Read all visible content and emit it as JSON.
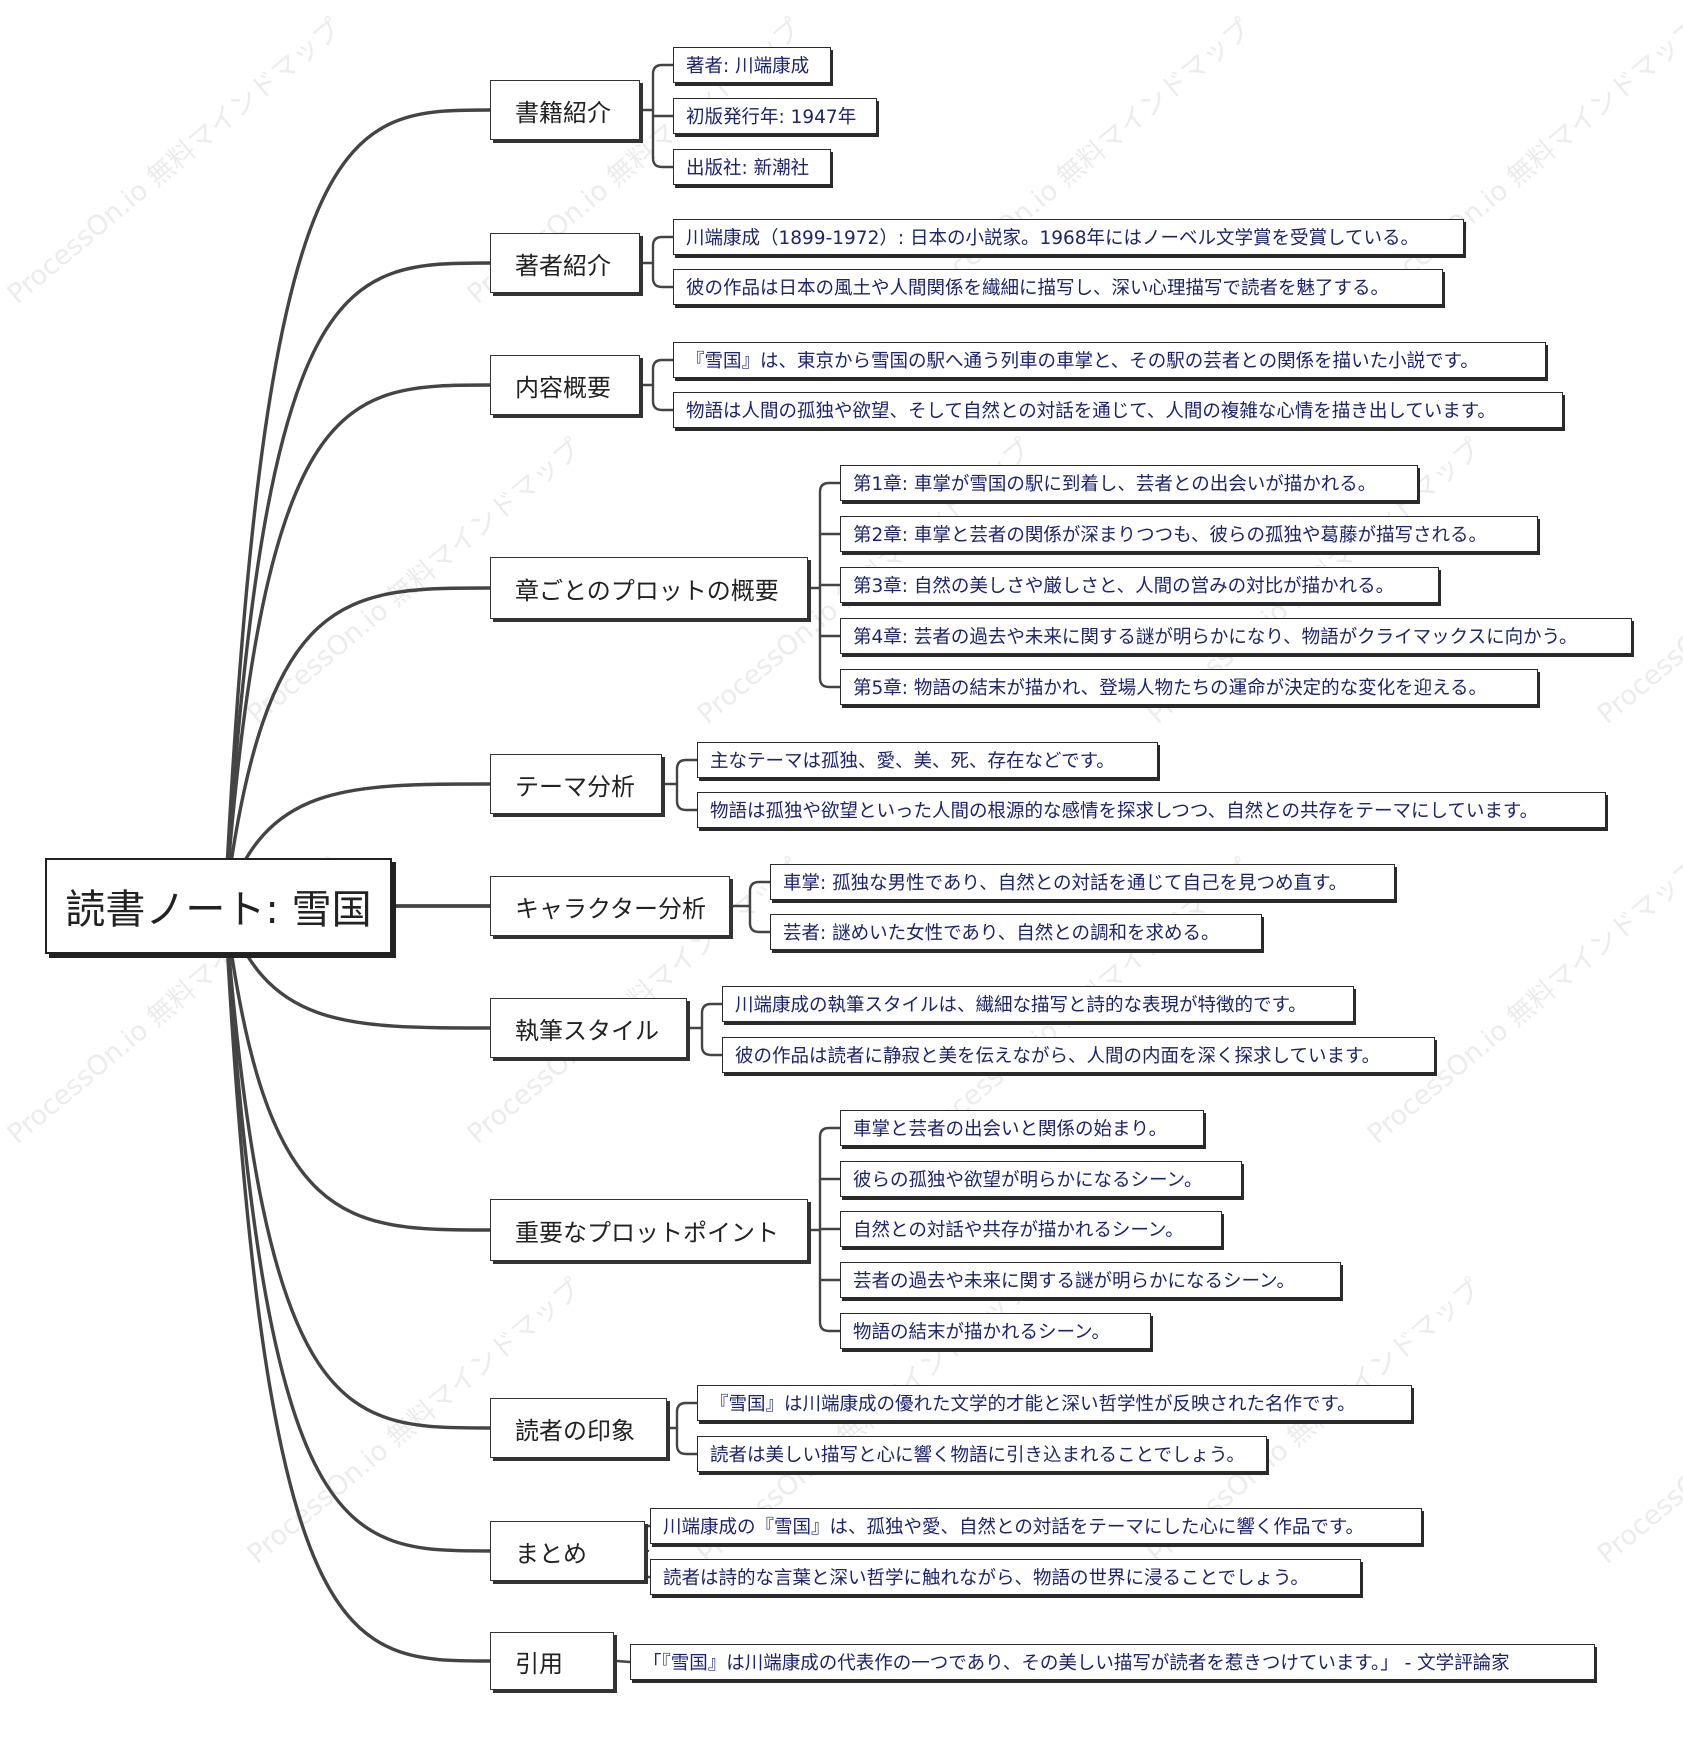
{
  "diagram": {
    "root": "読書ノート: 雪国",
    "watermark": "ProcessOn.io 無料マインドマップ",
    "colors": {
      "wire": "#444444",
      "leaf_text": "#1d2370",
      "branch_text": "#222222"
    },
    "branches": [
      {
        "label": "書籍紹介",
        "items": [
          "著者: 川端康成",
          "初版発行年: 1947年",
          "出版社: 新潮社"
        ]
      },
      {
        "label": "著者紹介",
        "items": [
          "川端康成（1899-1972）: 日本の小説家。1968年にはノーベル文学賞を受賞している。",
          "彼の作品は日本の風土や人間関係を繊細に描写し、深い心理描写で読者を魅了する。"
        ]
      },
      {
        "label": "内容概要",
        "items": [
          "『雪国』は、東京から雪国の駅へ通う列車の車掌と、その駅の芸者との関係を描いた小説です。",
          "物語は人間の孤独や欲望、そして自然との対話を通じて、人間の複雑な心情を描き出しています。"
        ]
      },
      {
        "label": "章ごとのプロットの概要",
        "items": [
          "第1章: 車掌が雪国の駅に到着し、芸者との出会いが描かれる。",
          "第2章: 車掌と芸者の関係が深まりつつも、彼らの孤独や葛藤が描写される。",
          "第3章: 自然の美しさや厳しさと、人間の営みの対比が描かれる。",
          "第4章: 芸者の過去や未来に関する謎が明らかになり、物語がクライマックスに向かう。",
          "第5章: 物語の結末が描かれ、登場人物たちの運命が決定的な変化を迎える。"
        ]
      },
      {
        "label": "テーマ分析",
        "items": [
          "主なテーマは孤独、愛、美、死、存在などです。",
          "物語は孤独や欲望といった人間の根源的な感情を探求しつつ、自然との共存をテーマにしています。"
        ]
      },
      {
        "label": "キャラクター分析",
        "items": [
          "車掌: 孤独な男性であり、自然との対話を通じて自己を見つめ直す。",
          "芸者: 謎めいた女性であり、自然との調和を求める。"
        ]
      },
      {
        "label": "執筆スタイル",
        "items": [
          "川端康成の執筆スタイルは、繊細な描写と詩的な表現が特徴的です。",
          "彼の作品は読者に静寂と美を伝えながら、人間の内面を深く探求しています。"
        ]
      },
      {
        "label": "重要なプロットポイント",
        "items": [
          "車掌と芸者の出会いと関係の始まり。",
          "彼らの孤独や欲望が明らかになるシーン。",
          "自然との対話や共存が描かれるシーン。",
          "芸者の過去や未来に関する謎が明らかになるシーン。",
          "物語の結末が描かれるシーン。"
        ]
      },
      {
        "label": "読者の印象",
        "items": [
          "『雪国』は川端康成の優れた文学的才能と深い哲学性が反映された名作です。",
          "読者は美しい描写と心に響く物語に引き込まれることでしょう。"
        ]
      },
      {
        "label": "まとめ",
        "items": [
          "川端康成の『雪国』は、孤独や愛、自然との対話をテーマにした心に響く作品です。",
          "読者は詩的な言葉と深い哲学に触れながら、物語の世界に浸ることでしょう。"
        ]
      },
      {
        "label": "引用",
        "items": [
          "「『雪国』は川端康成の代表作の一つであり、その美しい描写が読者を惹きつけています。」 - 文学評論家"
        ]
      }
    ]
  }
}
